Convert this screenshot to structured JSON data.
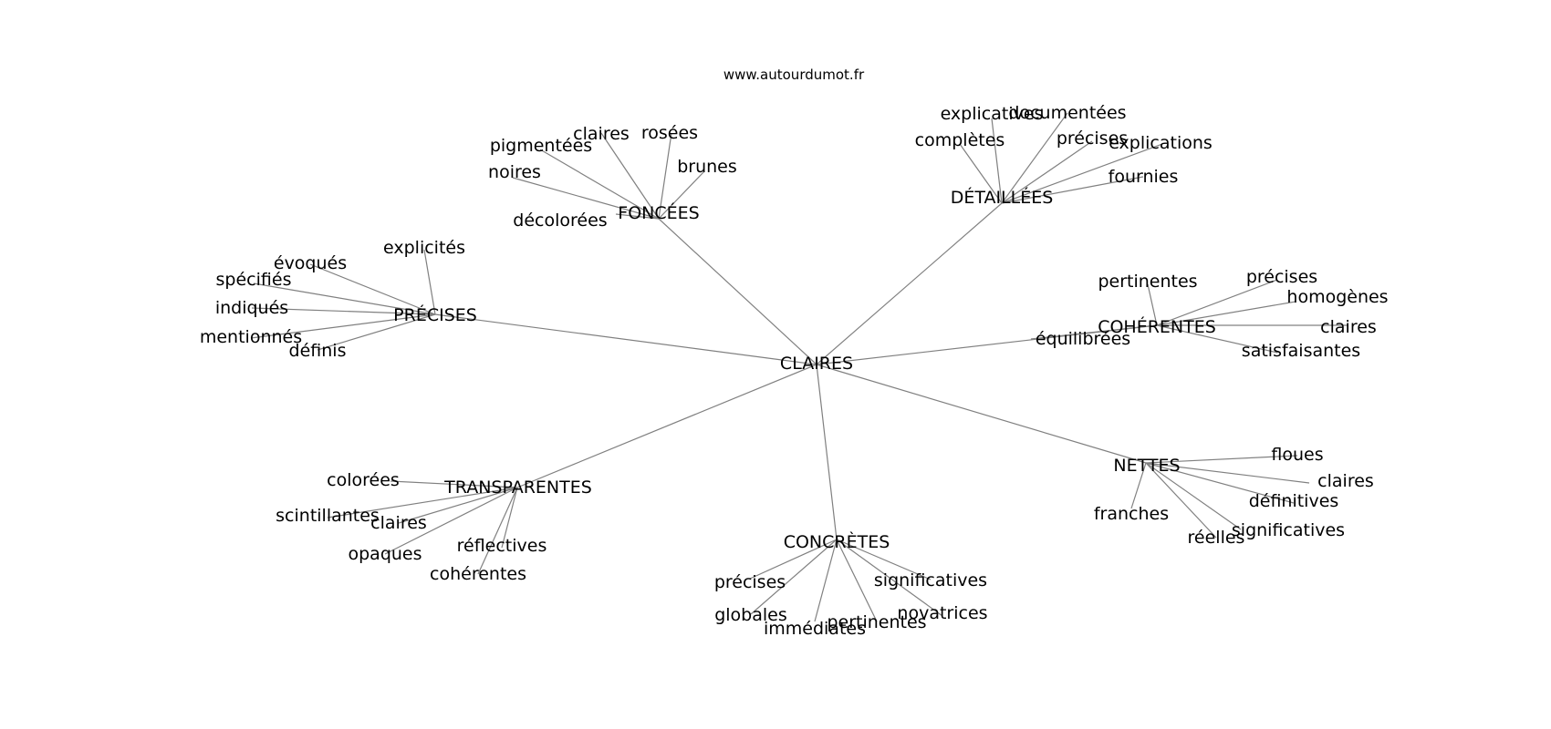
{
  "site_label": "www.autourdumot.fr",
  "center": "CLAIRES",
  "colors": {
    "edge": "#808080",
    "text": "#000000",
    "background": "#ffffff"
  },
  "groups": [
    {
      "id": "foncees",
      "label": "FONCÉES",
      "words": [
        "pigmentées",
        "claires",
        "rosées",
        "brunes",
        "noires",
        "décolorées"
      ]
    },
    {
      "id": "detaillees",
      "label": "DÉTAILLÉES",
      "words": [
        "explicatives",
        "documentées",
        "complètes",
        "précises",
        "explications",
        "fournies"
      ]
    },
    {
      "id": "precises",
      "label": "PRÉCISES",
      "words": [
        "explicités",
        "évoqués",
        "spécifiés",
        "indiqués",
        "mentionnés",
        "définis"
      ]
    },
    {
      "id": "coherentes",
      "label": "COHÉRENTES",
      "words": [
        "pertinentes",
        "précises",
        "homogènes",
        "claires",
        "satisfaisantes",
        "équilibrées"
      ]
    },
    {
      "id": "transparentes",
      "label": "TRANSPARENTES",
      "words": [
        "colorées",
        "scintillantes",
        "claires",
        "opaques",
        "réflectives",
        "cohérentes"
      ]
    },
    {
      "id": "nettes",
      "label": "NETTES",
      "words": [
        "floues",
        "claires",
        "définitives",
        "franches",
        "significatives",
        "réelles"
      ]
    },
    {
      "id": "concretes",
      "label": "CONCRÈTES",
      "words": [
        "précises",
        "globales",
        "immédiates",
        "pertinentes",
        "significatives",
        "novatrices"
      ]
    }
  ]
}
